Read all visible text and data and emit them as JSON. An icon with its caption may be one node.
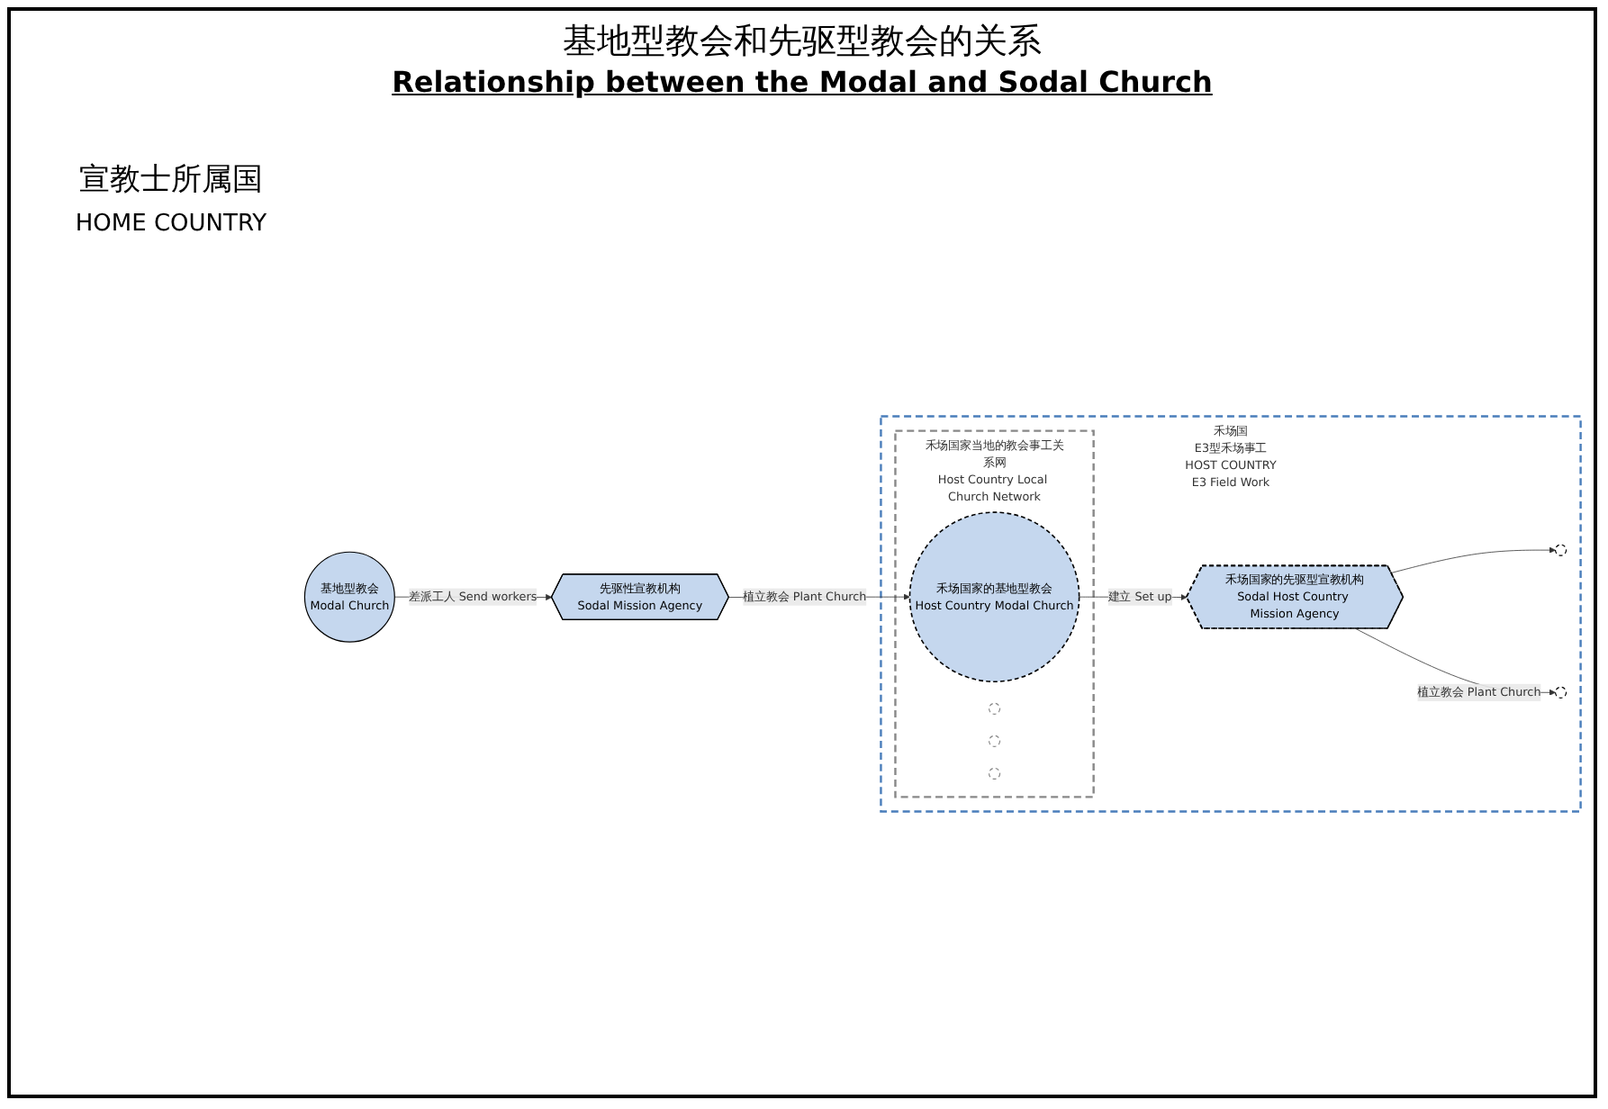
{
  "diagram": {
    "title": "基地型教会和先驱型教会的关系",
    "nodes": [
      {
        "text": [
          "禾场国",
          "E3型禾场事工",
          "HOST COUNTRY",
          "E3 Field Work"
        ]
      },
      {
        "text": [
          "基地型教会",
          "Modal Church"
        ]
      },
      {
        "text": [
          "先驱性宣教机构",
          "Sodal Mission Agency"
        ]
      },
      {
        "text": [
          "禾场国家当地的教会事工关系网",
          "Host Country Local Church Network"
        ],
        "in": 0
      },
      {
        "text": [
          "禾场国家的基地型教会",
          "Host Country Modal Church"
        ],
        "in": 3
      },
      {
        "text": [],
        "shape": "circle",
        "in": 3
      },
      {
        "text": [],
        "shape": "circle",
        "in": 3
      },
      {
        "text": [],
        "shape": "circle",
        "in": 3
      },
      {
        "text": [
          "禾场国家的先驱型宣教机构",
          "Sodal Host Country Mission Agency"
        ],
        "in": 0
      },
      {
        "text": [],
        "shape": "circle",
        "in": 0
      },
      {
        "text": [],
        "shape": "circle",
        "in": 0
      }
    ],
    "edges": [
      {
        "from": 1,
        "to": 2,
        "arrow": "to",
        "label": "差派工人 Send workers"
      },
      {
        "from": 2,
        "to": 4,
        "arrow": "to",
        "label": "植立教会 Plant Church"
      },
      {
        "from": 4,
        "to": 8,
        "arrow": "to",
        "label": "建立 Set up"
      },
      {
        "from": 8,
        "to": 9,
        "arrow": "to"
      },
      {
        "from": 8,
        "to": 10,
        "arrow": "to",
        "label": "植立教会 Plant Church"
      }
    ],
    "labels": [
      "Relationship between the Modal and Sodal Church",
      "宣教士所属国",
      "HOME COUNTRY"
    ]
  }
}
